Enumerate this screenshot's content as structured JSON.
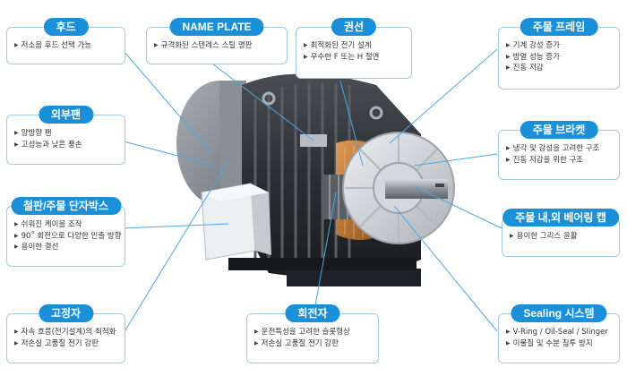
{
  "callouts": {
    "hood": {
      "title": "후드",
      "items": [
        "저소음 후드 선택 가능"
      ]
    },
    "nameplate": {
      "title": "NAME PLATE",
      "items": [
        "규격화된 스텐레스 스틸 명판"
      ]
    },
    "winding": {
      "title": "권선",
      "items": [
        "최적화된 전기 설계",
        "우수한 F 또는 H 절연"
      ]
    },
    "frame": {
      "title": "주물 프레임",
      "items": [
        "기계 강성 증가",
        "방열 성능 증가",
        "진동 저감"
      ]
    },
    "fan": {
      "title": "외부팬",
      "items": [
        "양방향 팬",
        "고성능과 낮은 풍손"
      ]
    },
    "bracket": {
      "title": "주물 브라켓",
      "items": [
        "냉각 및 강성을 고려한 구조",
        "진동 저감을 위한 구조"
      ]
    },
    "terminal": {
      "title": "철판/주물 단자박스",
      "items": [
        "쉬워진 케이블 조작",
        "90˚ 회전으로 다양한 인출 방향",
        "용이한 결선"
      ]
    },
    "bearingcap": {
      "title": "주물 내,외 베어링 캡",
      "items": [
        "용이한 그리스 윤활"
      ]
    },
    "stator": {
      "title": "고정자",
      "items": [
        "자속 흐름(전기설계)의 최적화",
        "저손실 고품질 전기 강판"
      ]
    },
    "rotor": {
      "title": "회전자",
      "items": [
        "운전특성을 고려한 슬롯형상",
        "저손실 고품질 전기 강판"
      ]
    },
    "sealing": {
      "title": "Sealing 시스템",
      "items": [
        "V-Ring / Oil-Seal / Slinger",
        "이물질 및 수분 침투 방지"
      ]
    }
  },
  "colors": {
    "accent": "#1b8fd8",
    "border": "#9fcbe6",
    "motor_body": "#2f3236",
    "aluminum": "#c8cbd0",
    "copper": "#c7772f"
  }
}
